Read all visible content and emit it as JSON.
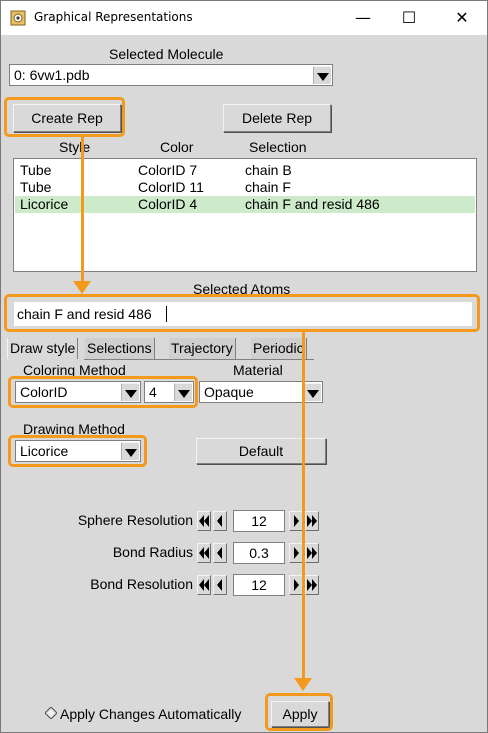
{
  "window": {
    "title": "Graphical Representations",
    "minimize": "—",
    "maximize": "☐",
    "close": "✕"
  },
  "molecule": {
    "label": "Selected Molecule",
    "value": "0: 6vw1.pdb"
  },
  "buttons": {
    "create": "Create Rep",
    "delete": "Delete Rep",
    "default": "Default",
    "apply": "Apply"
  },
  "reps": {
    "headers": [
      "Style",
      "Color",
      "Selection"
    ],
    "rows": [
      {
        "style": "Tube",
        "color": "ColorID 7",
        "selection": "chain B"
      },
      {
        "style": "Tube",
        "color": "ColorID 11",
        "selection": "chain F"
      },
      {
        "style": "Licorice",
        "color": "ColorID 4",
        "selection": "chain F and resid 486",
        "selected": true
      }
    ]
  },
  "atoms": {
    "label": "Selected Atoms",
    "value": "chain F and resid 486"
  },
  "tabs": [
    "Draw style",
    "Selections",
    "Trajectory",
    "Periodic"
  ],
  "coloring": {
    "label": "Coloring Method",
    "method": "ColorID",
    "id": "4"
  },
  "material": {
    "label": "Material",
    "value": "Opaque"
  },
  "drawing": {
    "label": "Drawing Method",
    "value": "Licorice"
  },
  "params": [
    {
      "label": "Sphere Resolution",
      "value": "12"
    },
    {
      "label": "Bond Radius",
      "value": "0.3"
    },
    {
      "label": "Bond Resolution",
      "value": "12"
    }
  ],
  "auto_apply": {
    "label": "Apply Changes Automatically",
    "checked": false
  },
  "colors": {
    "highlight": "#f39a1c",
    "selected_row": "#cdeacb"
  },
  "icons": [
    "app-icon",
    "minimize-icon",
    "maximize-icon",
    "close-icon",
    "dropdown-arrow-icon",
    "double-left-icon",
    "left-icon",
    "right-icon",
    "double-right-icon",
    "diamond-checkbox-icon"
  ]
}
